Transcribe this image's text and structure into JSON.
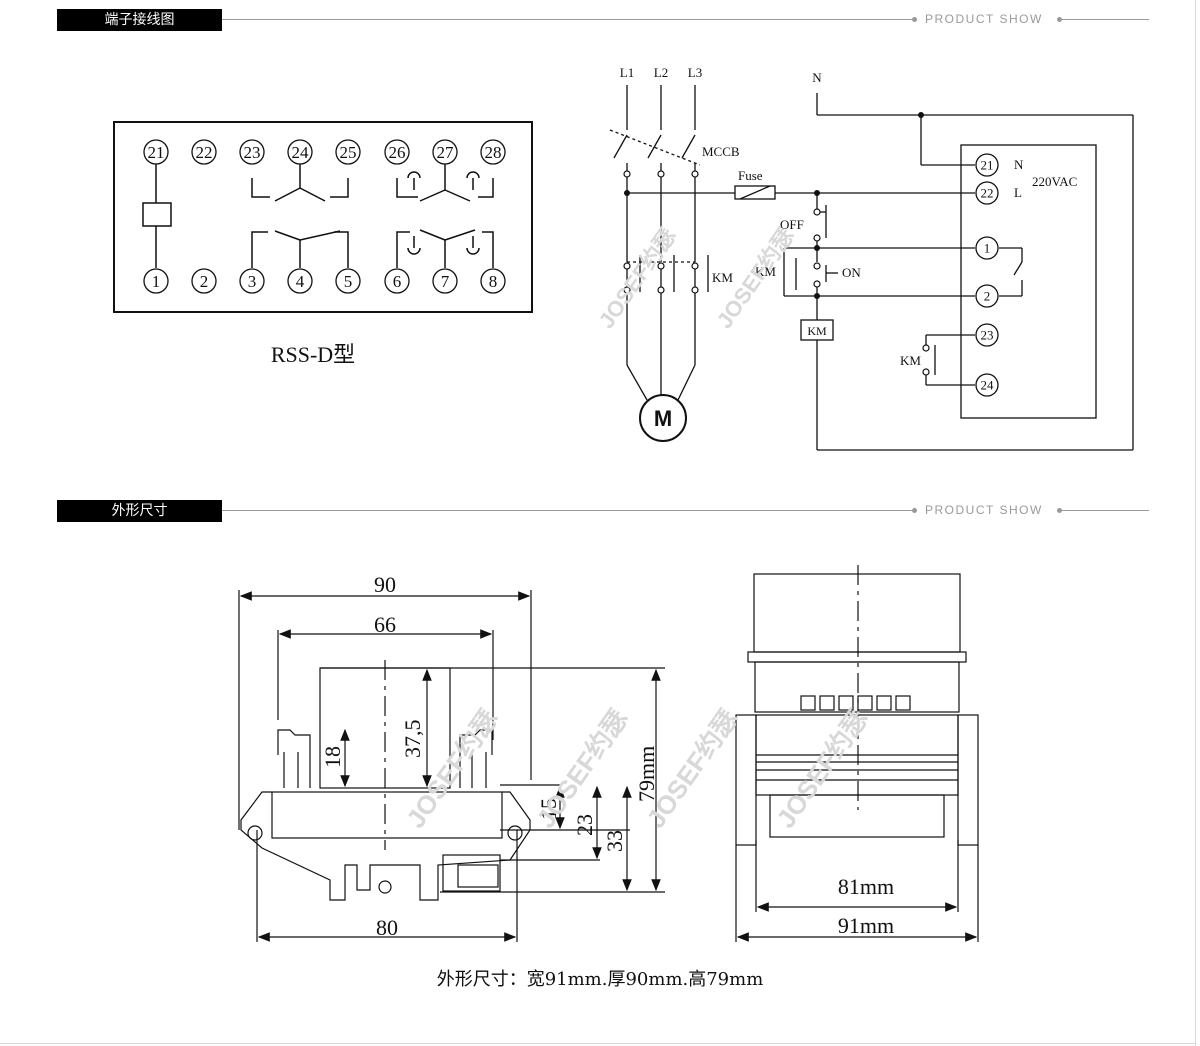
{
  "sections": [
    {
      "title": "端子接线图",
      "brand": "PRODUCT SHOW"
    },
    {
      "title": "外形尺寸",
      "brand": "PRODUCT SHOW"
    }
  ],
  "terminal_diagram": {
    "top_terminals": [
      "21",
      "22",
      "23",
      "24",
      "25",
      "26",
      "27",
      "28"
    ],
    "bottom_terminals": [
      "1",
      "2",
      "3",
      "4",
      "5",
      "6",
      "7",
      "8"
    ],
    "model_label": "RSS-D型"
  },
  "wiring": {
    "phase_labels": [
      "L1",
      "L2",
      "L3"
    ],
    "neutral_label": "N",
    "breaker_label": "MCCB",
    "fuse_label": "Fuse",
    "contactor_label": "KM",
    "off_label": "OFF",
    "on_label": "ON",
    "km_coil_label": "KM",
    "motor_label": "M",
    "supply_n": "N",
    "supply_l": "L",
    "supply_voltage": "220VAC",
    "relay_terminals": [
      "21",
      "22",
      "1",
      "2",
      "23",
      "24"
    ]
  },
  "dimensions": {
    "front": {
      "d90": "90",
      "d66": "66",
      "d37": "37,5",
      "d18": "18",
      "d79": "79mm",
      "d15": "15",
      "d23": "23",
      "d33": "33",
      "d80": "80"
    },
    "side": {
      "d81": "81mm",
      "d91": "91mm"
    },
    "caption": "外形尺寸：宽91mm.厚90mm.高79mm"
  },
  "watermark": "JOSEF约瑟"
}
